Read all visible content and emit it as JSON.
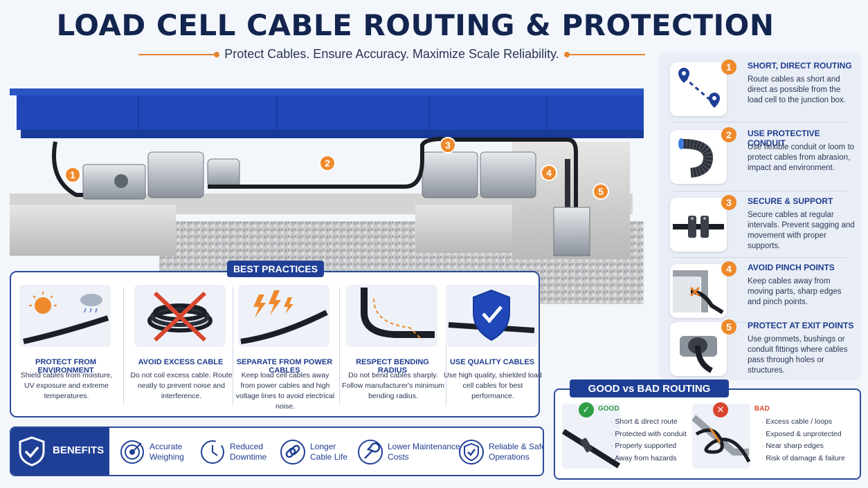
{
  "title": "LOAD CELL CABLE ROUTING & PROTECTION",
  "subtitle": "Protect Cables. Ensure Accuracy. Maximize Scale Reliability.",
  "callouts": [
    "1",
    "2",
    "3",
    "4",
    "5"
  ],
  "steps": [
    {
      "num": "1",
      "title": "SHORT, DIRECT ROUTING",
      "desc": "Route cables as short and direct as possible from the load cell to the junction box.",
      "icon": "location-pin-icon"
    },
    {
      "num": "2",
      "title": "USE PROTECTIVE CONDUIT",
      "desc": "Use flexible conduit or loom to protect cables from abrasion, impact and environment.",
      "icon": "conduit-icon"
    },
    {
      "num": "3",
      "title": "SECURE & SUPPORT",
      "desc": "Secure cables at regular intervals. Prevent sagging and movement with proper supports.",
      "icon": "cable-clamp-icon"
    },
    {
      "num": "4",
      "title": "AVOID PINCH POINTS",
      "desc": "Keep cables away from moving parts, sharp edges and pinch points.",
      "icon": "pinch-point-icon"
    },
    {
      "num": "5",
      "title": "PROTECT AT EXIT POINTS",
      "desc": "Use grommets, bushings or conduit fittings where cables pass through holes or structures.",
      "icon": "grommet-icon"
    }
  ],
  "best_practices": {
    "title": "BEST PRACTICES",
    "items": [
      {
        "title": "PROTECT FROM ENVIRONMENT",
        "desc": "Shield cables from moisture, UV exposure and extreme temperatures.",
        "icon": "weather-icon"
      },
      {
        "title": "AVOID EXCESS CABLE",
        "desc": "Do not coil excess cable. Route neatly to prevent noise and interference.",
        "icon": "coiled-cable-crossed-icon"
      },
      {
        "title": "SEPARATE FROM POWER CABLES",
        "desc": "Keep load cell cables away from power cables and high voltage lines to avoid electrical noise.",
        "icon": "lightning-icon"
      },
      {
        "title": "RESPECT BENDING RADIUS",
        "desc": "Do not bend cables sharply. Follow manufacturer's minimum bending radius.",
        "icon": "bend-radius-icon"
      },
      {
        "title": "USE QUALITY CABLES",
        "desc": "Use high quality, shielded load cell cables for best performance.",
        "icon": "shield-check-icon"
      }
    ]
  },
  "benefits": {
    "title": "BENEFITS",
    "items": [
      {
        "label": "Accurate\nWeighing",
        "l1": "Accurate",
        "l2": "Weighing",
        "icon": "target-icon"
      },
      {
        "label": "Reduced\nDowntime",
        "l1": "Reduced",
        "l2": "Downtime",
        "icon": "clock-icon"
      },
      {
        "label": "Longer\nCable Life",
        "l1": "Longer",
        "l2": "Cable Life",
        "icon": "link-icon"
      },
      {
        "label": "Lower Maintenance\nCosts",
        "l1": "Lower Maintenance",
        "l2": "Costs",
        "icon": "wrench-icon"
      },
      {
        "label": "Reliable & Safe\nOperations",
        "l1": "Reliable & Safe",
        "l2": "Operations",
        "icon": "shield-check-icon"
      }
    ]
  },
  "routing": {
    "title": "GOOD vs BAD ROUTING",
    "good": {
      "label": "GOOD",
      "items": [
        "Short & direct route",
        "Protected with conduit",
        "Properly supported",
        "Away from hazards"
      ]
    },
    "bad": {
      "label": "BAD",
      "items": [
        "Excess cable / loops",
        "Exposed & unprotected",
        "Near sharp edges",
        "Risk of damage & failure"
      ]
    }
  },
  "colors": {
    "navy": "#13254f",
    "blue": "#1f3f96",
    "orange": "#ee8a2c",
    "green": "#2f9e44",
    "red": "#d9462f"
  }
}
